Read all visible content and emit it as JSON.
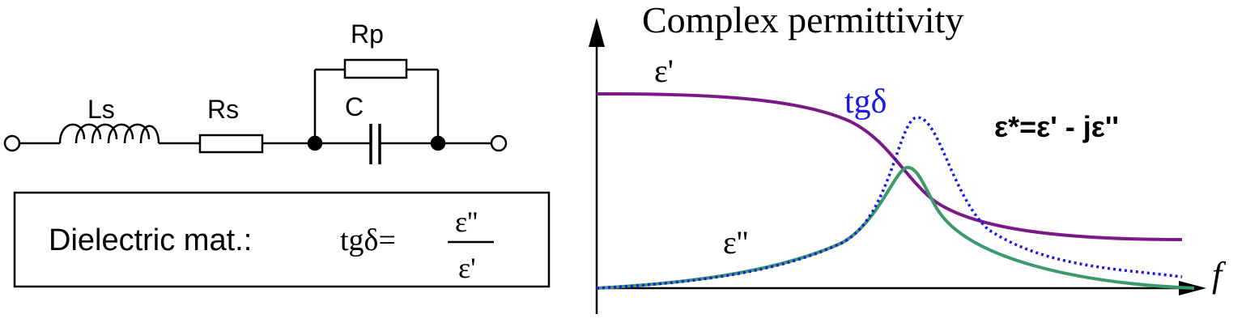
{
  "circuit": {
    "labels": {
      "inductor": "Ls",
      "series_resistor": "Rs",
      "parallel_resistor": "Rp",
      "capacitor": "C"
    }
  },
  "formula_box": {
    "label": "Dielectric mat.:",
    "lhs": "tgδ=",
    "numerator": "ε''",
    "denominator": "ε'"
  },
  "chart": {
    "title": "Complex permittivity",
    "x_axis_label": "f",
    "equation": "ε*=ε' - jε''",
    "curve_labels": {
      "eps_real": "ε'",
      "loss_tangent": "tgδ",
      "eps_imag": "ε''"
    },
    "colors": {
      "eps_real": "#7a1a86",
      "loss_tangent": "#1a1ae6",
      "eps_imag": "#3a9a6a",
      "axis": "#000000"
    }
  }
}
